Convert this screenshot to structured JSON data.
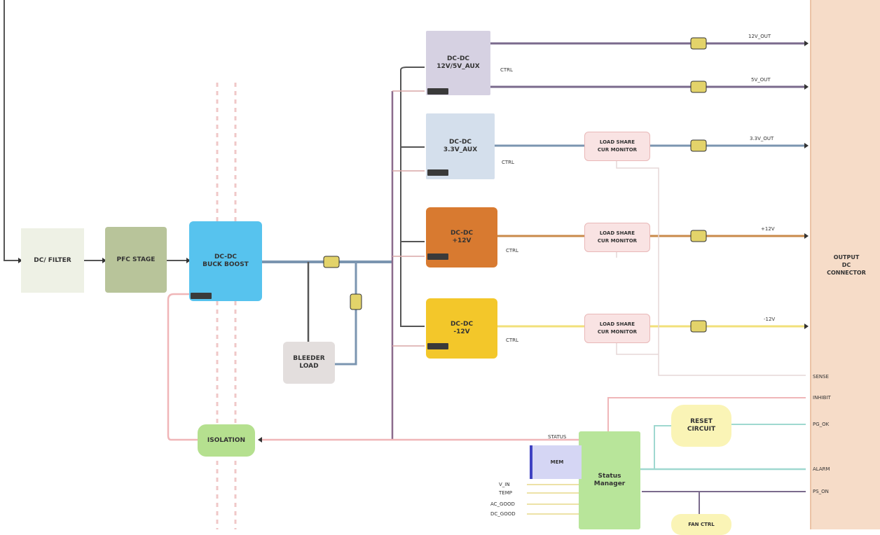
{
  "blocks": {
    "input_filter": "DC/ FILTER",
    "pfc_stage": "PFC STAGE",
    "main_dcdc": "DC-DC\nBUCK BOOST",
    "bleeder": "BLEEDER\nLOAD",
    "rail1": "DC-DC\n12V/5V_AUX",
    "rail2": "DC-DC\n3.3V_AUX",
    "rail3": "DC-DC\n+12V",
    "rail4": "DC-DC\n-12V",
    "cmon1": "LOAD SHARE\nCUR MONITOR",
    "cmon2": "LOAD SHARE\nCUR MONITOR",
    "cmon3": "LOAD SHARE\nCUR MONITOR",
    "isolation": "ISOLATION",
    "status_manager": "Status\nManager",
    "reset_circuit": "RESET\nCIRCUIT",
    "bottom_block": "FAN CTRL",
    "memory": "MEM",
    "connector": "OUTPUT\nDC\nCONNECTOR"
  },
  "signals": {
    "out1": "12V_OUT",
    "out2": "5V_OUT",
    "out3": "3.3V_OUT",
    "out4": "+12V",
    "out5": "-12V",
    "en1": "CTRL",
    "en2": "CTRL",
    "en3": "CTRL",
    "en4": "CTRL",
    "conn_s1": "SENSE",
    "conn_s2": "INHIBIT",
    "conn_s3": "PG_OK",
    "conn_s4": "ALARM",
    "conn_s5": "PS_ON",
    "status_top": "STATUS",
    "left_in1": "V_IN",
    "left_in2": "TEMP",
    "left_in3": "AC_GOOD",
    "left_in4": "DC_GOOD"
  },
  "colors": {
    "rail_purple": "#7a6a8c",
    "rail_blue": "#7b95b0",
    "rail_orange": "#c98a4a",
    "rail_yellow": "#f1e07a",
    "control_pink": "#f0b6b8",
    "isolation_dash": "#f0c8c8",
    "connector": "#f6dcc8"
  }
}
